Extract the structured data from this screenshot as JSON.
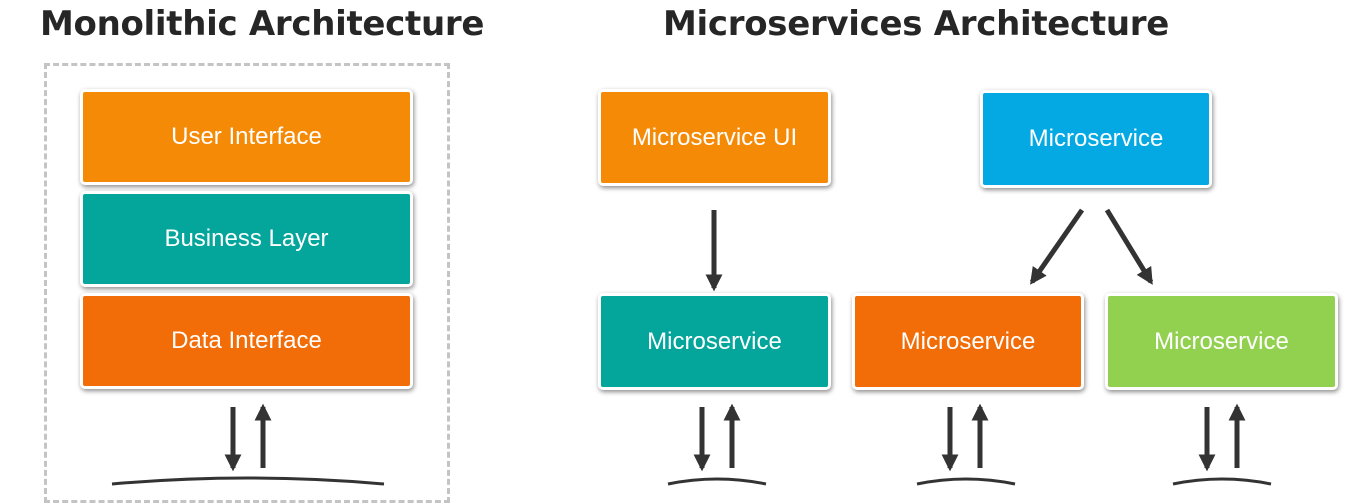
{
  "monolithic": {
    "title": "Monolithic Architecture",
    "layers": [
      {
        "label": "User Interface",
        "color": "#f58a07"
      },
      {
        "label": "Business Layer",
        "color": "#04a59b"
      },
      {
        "label": "Data Interface",
        "color": "#f26c08"
      }
    ]
  },
  "microservices": {
    "title": "Microservices Architecture",
    "nodes": [
      {
        "label": "Microservice UI",
        "color": "#f58a07"
      },
      {
        "label": "Microservice",
        "color": "#04a9e3"
      },
      {
        "label": "Microservice",
        "color": "#04a59b"
      },
      {
        "label": "Microservice",
        "color": "#f26c08"
      },
      {
        "label": "Microservice",
        "color": "#92d050"
      }
    ]
  },
  "colors": {
    "arrow": "#333333",
    "frame_border": "#c4c4c4",
    "title": "#262626"
  }
}
